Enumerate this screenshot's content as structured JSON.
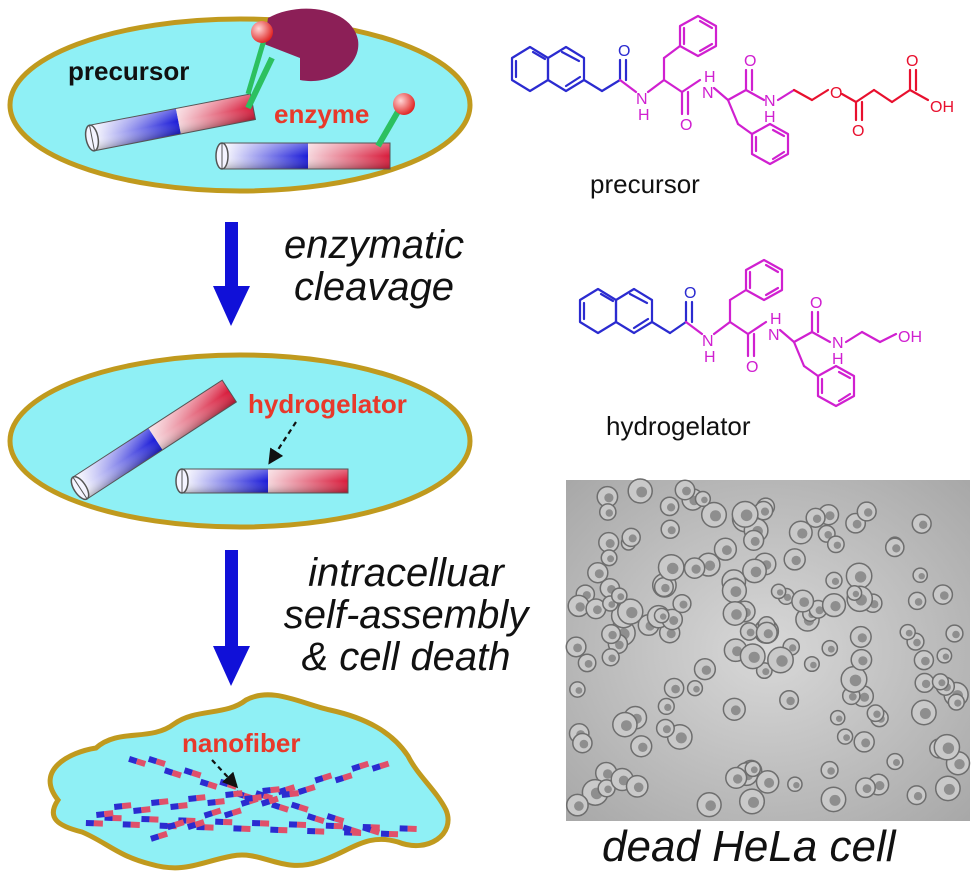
{
  "cell1": {
    "precursor_label": "precursor",
    "enzyme_label": "enzyme"
  },
  "step1": {
    "line1": "enzymatic",
    "line2": "cleavage"
  },
  "cell2": {
    "hydrogelator_label": "hydrogelator"
  },
  "step2": {
    "line1": "intracelluar",
    "line2": "self-assembly",
    "line3": "& cell death"
  },
  "cell3": {
    "nanofiber_label": "nanofiber"
  },
  "structures": {
    "precursor": {
      "caption": "precursor",
      "atoms": {
        "O": "O",
        "NH": "H",
        "N": "N",
        "OH": "OH"
      }
    },
    "hydrogelator": {
      "caption": "hydrogelator",
      "atoms": {
        "O": "O",
        "NH": "H",
        "N": "N",
        "OH": "OH"
      }
    }
  },
  "micrograph": {
    "caption": "dead HeLa cell"
  },
  "colors": {
    "cell_fill": "#8ff0f5",
    "cell_border": "#c09a1e",
    "arrow": "#1010d8",
    "label_red": "#e8392b",
    "naphthyl_blue": "#2b2bd0",
    "peptide_magenta": "#d020d0",
    "linker_red": "#e8102e"
  }
}
